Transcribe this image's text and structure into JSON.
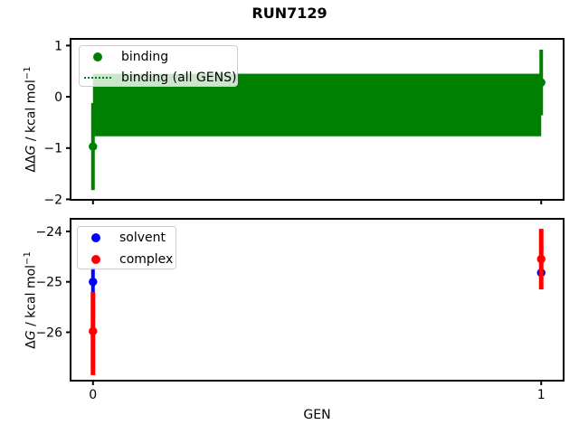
{
  "title": "RUN7129",
  "xlabel": "GEN",
  "colors": {
    "binding": "#008000",
    "solvent": "#0000ff",
    "complex": "#ff0000",
    "frame": "#000000",
    "legend_border": "#cccccc"
  },
  "ylabel_top": {
    "prefix": "ΔΔ",
    "var": "G",
    "rest": " / kcal mol",
    "sup": "−1"
  },
  "ylabel_bottom": {
    "prefix": "Δ",
    "var": "G",
    "rest": " / kcal mol",
    "sup": "−1"
  },
  "legend_top": {
    "items": [
      {
        "label": "binding",
        "marker": "dot",
        "color": "#008000"
      },
      {
        "label": "binding (all GENS)",
        "marker": "dotted-line",
        "color": "#008000"
      }
    ]
  },
  "legend_bottom": {
    "items": [
      {
        "label": "solvent",
        "marker": "dot",
        "color": "#0000ff"
      },
      {
        "label": "complex",
        "marker": "dot",
        "color": "#ff0000"
      }
    ]
  },
  "chart_data": [
    {
      "type": "scatter",
      "subplot": "top",
      "title": "RUN7129",
      "ylabel": "ΔΔG / kcal mol−1",
      "xlabel": "",
      "xlim": [
        -0.05,
        1.05
      ],
      "ylim": [
        -2.01,
        1.13
      ],
      "yticks": [
        1,
        0,
        -1,
        -2
      ],
      "xticks": [
        0,
        1
      ],
      "xtick_labels_visible": false,
      "grid": false,
      "legend_position": "upper-left",
      "series": [
        {
          "name": "binding",
          "color": "#008000",
          "marker": "circle",
          "line_width": 4,
          "points": [
            {
              "x": 0,
              "y": -0.97,
              "y_lo": -1.82,
              "y_hi": -0.12
            },
            {
              "x": 1,
              "y": 0.28,
              "y_lo": -0.36,
              "y_hi": 0.92
            }
          ]
        }
      ],
      "band": {
        "name": "binding (all GENS)",
        "color": "#008000",
        "x_from": 0,
        "x_to": 1,
        "lo": -0.77,
        "hi": 0.45,
        "mean": -0.16,
        "mean_line_style": "dotted"
      }
    },
    {
      "type": "scatter",
      "subplot": "bottom",
      "title": "",
      "ylabel": "ΔG / kcal mol−1",
      "xlabel": "GEN",
      "xlim": [
        -0.05,
        1.05
      ],
      "ylim": [
        -26.96,
        -23.75
      ],
      "yticks": [
        -24,
        -25,
        -26
      ],
      "xticks": [
        0,
        1
      ],
      "xtick_labels_visible": true,
      "grid": false,
      "legend_position": "upper-left",
      "series": [
        {
          "name": "solvent",
          "color": "#0000ff",
          "marker": "circle",
          "line_width": 4,
          "points": [
            {
              "x": 0,
              "y": -25.0,
              "y_lo": -25.28,
              "y_hi": -24.72
            },
            {
              "x": 1,
              "y": -24.82,
              "y_lo": -25.12,
              "y_hi": -24.52
            }
          ]
        },
        {
          "name": "complex",
          "color": "#ff0000",
          "marker": "circle",
          "line_width": 5,
          "points": [
            {
              "x": 0,
              "y": -25.98,
              "y_lo": -26.85,
              "y_hi": -25.2
            },
            {
              "x": 1,
              "y": -24.55,
              "y_lo": -25.15,
              "y_hi": -23.95
            }
          ]
        }
      ]
    }
  ]
}
